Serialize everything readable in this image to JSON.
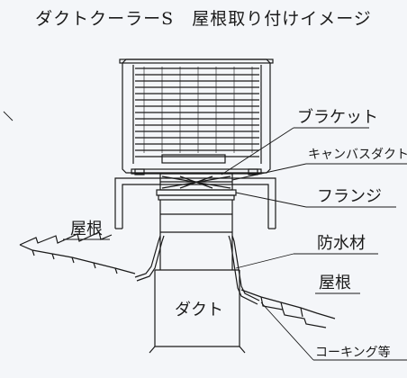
{
  "title": "ダクトクーラーS　屋根取り付けイメージ",
  "labels": {
    "bracket": "ブラケット",
    "canvas_duct": "キャンバスダクト",
    "flange": "フランジ",
    "waterproof": "防水材",
    "roof_left": "屋根",
    "roof_right": "屋根",
    "duct": "ダクト",
    "caulking": "コーキング等"
  }
}
